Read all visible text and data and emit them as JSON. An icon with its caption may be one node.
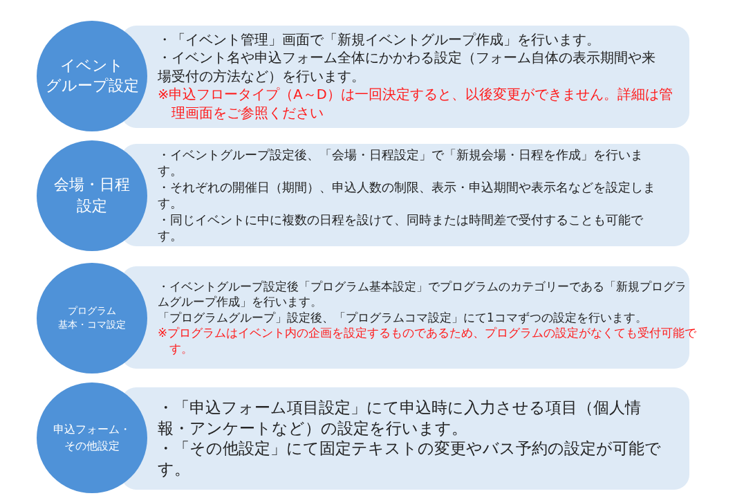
{
  "diagram": {
    "nodes": [
      {
        "text": [
          "イベントグループ設定"
        ]
      },
      {
        "text": [
          "・「イベント管理」画面で「新規イベントグループ作成」を行います。",
          "・イベント名や申込フォーム全体にかかわる設定（フォーム自体の表示期間や来場受付の方法など）を行います。",
          "※申込フロータイプ（A～D）は一回決定すると、以後変更ができません。詳細は管理画面をご参照ください"
        ]
      },
      {
        "text": [
          "会場・日程設定"
        ]
      },
      {
        "text": [
          "・イベントグループ設定後、「会場・日程設定」で「新規会場・日程を作成」を行います。",
          "・それぞれの開催日（期間）、申込人数の制限、表示・申込期間や表示名などを設定します。",
          "・同じイベントに中に複数の日程を設けて、同時または時間差で受付することも可能です。"
        ]
      },
      {
        "text": [
          "プログラム基本・コマ設定"
        ]
      },
      {
        "text": [
          "・イベントグループ設定後「プログラム基本設定」でプログラムのカテゴリーである「新規プログラムグループ作成」を行います。",
          "「プログラムグループ」設定後、「プログラムコマ設定」にて1コマずつの設定を行います。",
          "※プログラムはイベント内の企画を設定するものであるため、プログラムの設定がなくても受付可能です。"
        ]
      },
      {
        "text": [
          "申込フォーム・その他設定"
        ]
      },
      {
        "text": [
          "・「申込フォーム項目設定」にて申込時に入力させる項目（個人情報・アンケートなど）の設定を行います。",
          "・「その他設定」にて固定テキストの変更やバス予約の設定が可能です。"
        ]
      }
    ]
  }
}
